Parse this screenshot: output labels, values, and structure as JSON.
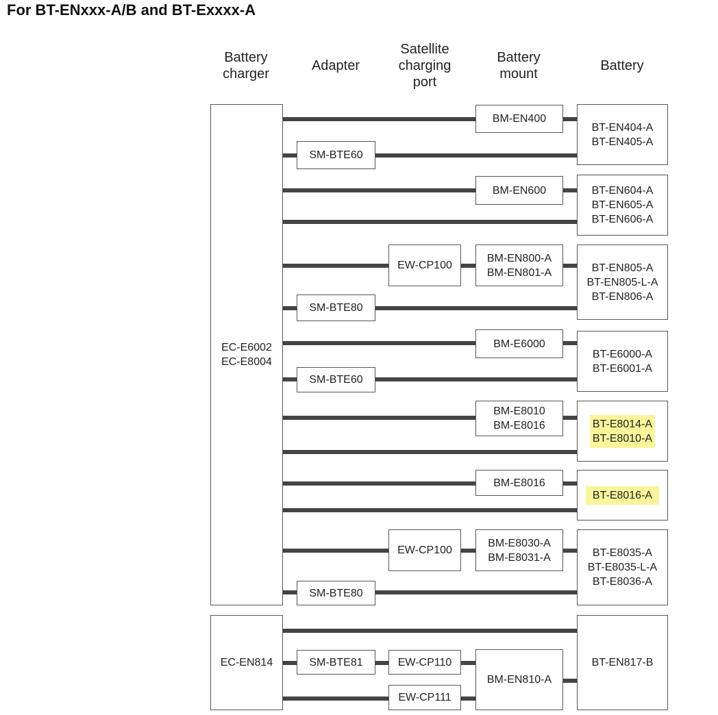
{
  "title": "For BT-ENxxx-A/B and BT-Exxxx-A",
  "headers": {
    "charger": "Battery\ncharger",
    "adapter": "Adapter",
    "satellite": "Satellite\ncharging\nport",
    "mount": "Battery\nmount",
    "battery": "Battery"
  },
  "chargers": {
    "group1": "EC-E6002\nEC-E8004",
    "group2": "EC-EN814"
  },
  "adapters": {
    "a1": "SM-BTE60",
    "a2": "SM-BTE80",
    "a3": "SM-BTE60",
    "a4": "SM-BTE80",
    "a5": "SM-BTE81"
  },
  "satellite_ports": {
    "s1": "EW-CP100",
    "s2": "EW-CP100",
    "s3": "EW-CP110",
    "s4": "EW-CP111"
  },
  "mounts": {
    "m1": "BM-EN400",
    "m2": "BM-EN600",
    "m3": "BM-EN800-A\nBM-EN801-A",
    "m4": "BM-E6000",
    "m5": "BM-E8010\nBM-E8016",
    "m6": "BM-E8016",
    "m7": "BM-E8030-A\nBM-E8031-A",
    "m8": "BM-EN810-A"
  },
  "batteries": {
    "b1": "BT-EN404-A\nBT-EN405-A",
    "b2": "BT-EN604-A\nBT-EN605-A\nBT-EN606-A",
    "b3": "BT-EN805-A\nBT-EN805-L-A\nBT-EN806-A",
    "b4": "BT-E6000-A\nBT-E6001-A",
    "b5": "BT-E8014-A\nBT-E8010-A",
    "b6": "BT-E8016-A",
    "b7": "BT-E8035-A\nBT-E8035-L-A\nBT-E8036-A",
    "b8": "BT-EN817-B"
  },
  "colors": {
    "line": "#444444",
    "border": "#555555",
    "highlight": "#faf59a"
  }
}
